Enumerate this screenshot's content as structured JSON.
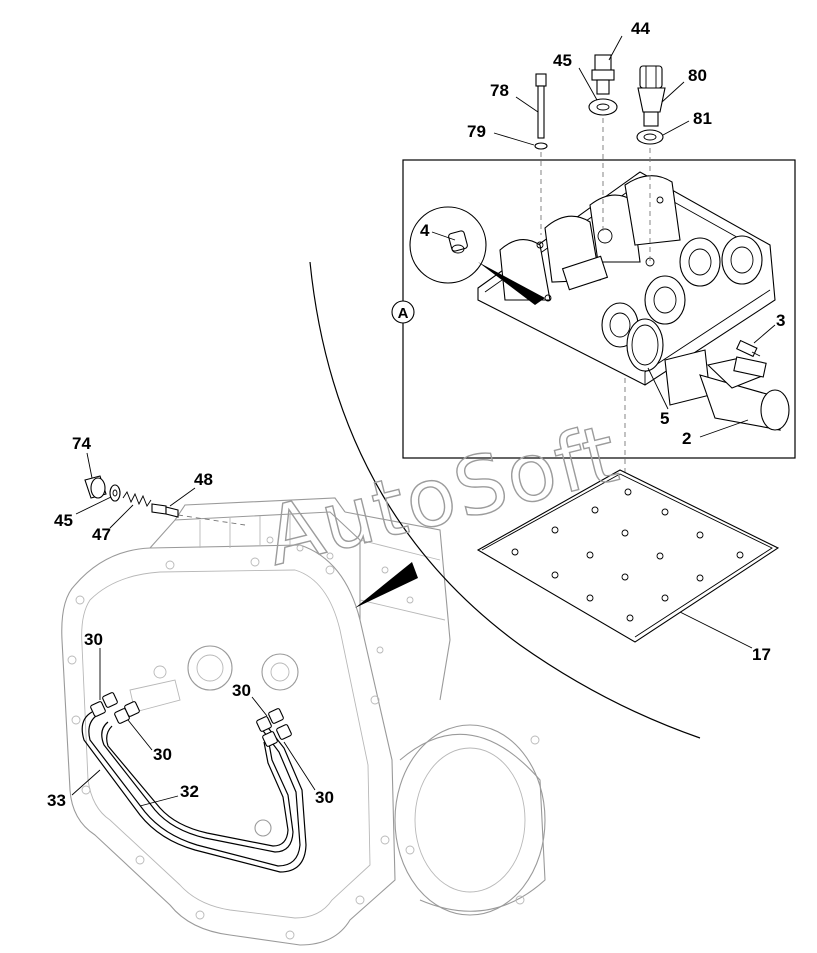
{
  "watermark": "AutoSoft",
  "view_marker": "A",
  "callouts": {
    "c44": "44",
    "c45_top": "45",
    "c80": "80",
    "c78": "78",
    "c81": "81",
    "c79": "79",
    "c4": "4",
    "c3": "3",
    "c5": "5",
    "c2": "2",
    "c74": "74",
    "c48": "48",
    "c45_left": "45",
    "c47": "47",
    "c17": "17",
    "c30_a": "30",
    "c30_b": "30",
    "c30_c": "30",
    "c30_d": "30",
    "c33": "33",
    "c32": "32"
  },
  "colors": {
    "line": "#000000",
    "ghost_line": "#9a9a9a",
    "watermark": "#9c9c9c"
  }
}
